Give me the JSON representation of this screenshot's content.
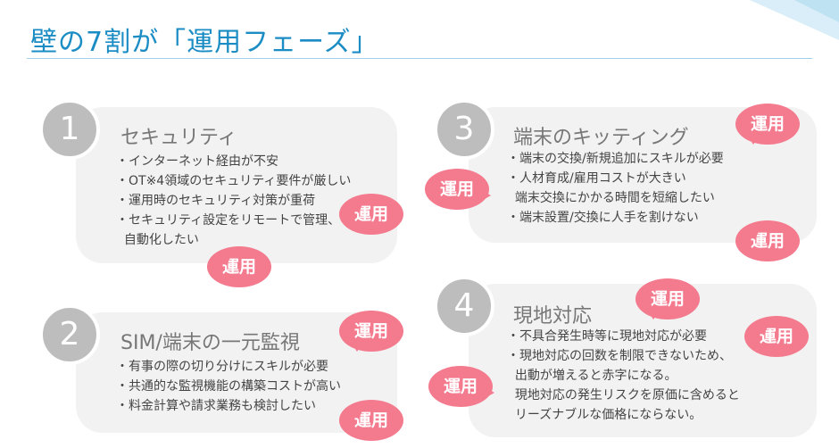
{
  "title": "壁の7割が「運用フェーズ」",
  "badge": "運用",
  "cards": [
    {
      "num": "1",
      "title": "セキュリティ",
      "items": [
        "・インターネット経由が不安",
        "・OT※4領域のセキュリティ要件が厳しい",
        "・運用時のセキュリティ対策が重荷",
        "・セキュリティ設定をリモートで管理、",
        "  自動化したい"
      ]
    },
    {
      "num": "2",
      "title": "SIM/端末の一元監視",
      "items": [
        "・有事の際の切り分けにスキルが必要",
        "・共通的な監視機能の構築コストが高い",
        "・料金計算や請求業務も検討したい"
      ]
    },
    {
      "num": "3",
      "title": "端末のキッティング",
      "items": [
        "・端末の交換/新規追加にスキルが必要",
        "・人材育成/雇用コストが大きい",
        "  端末交換にかかる時間を短縮したい",
        "・端末設置/交換に人手を割けない"
      ]
    },
    {
      "num": "4",
      "title": "現地対応",
      "items": [
        "・不具合発生時等に現地対応が必要",
        "・現地対応の回数を制限できないため、",
        "  出動が増えると赤字になる。",
        "  現地対応の発生リスクを原価に含めると",
        "  リーズナブルな価格にならない。"
      ]
    }
  ]
}
